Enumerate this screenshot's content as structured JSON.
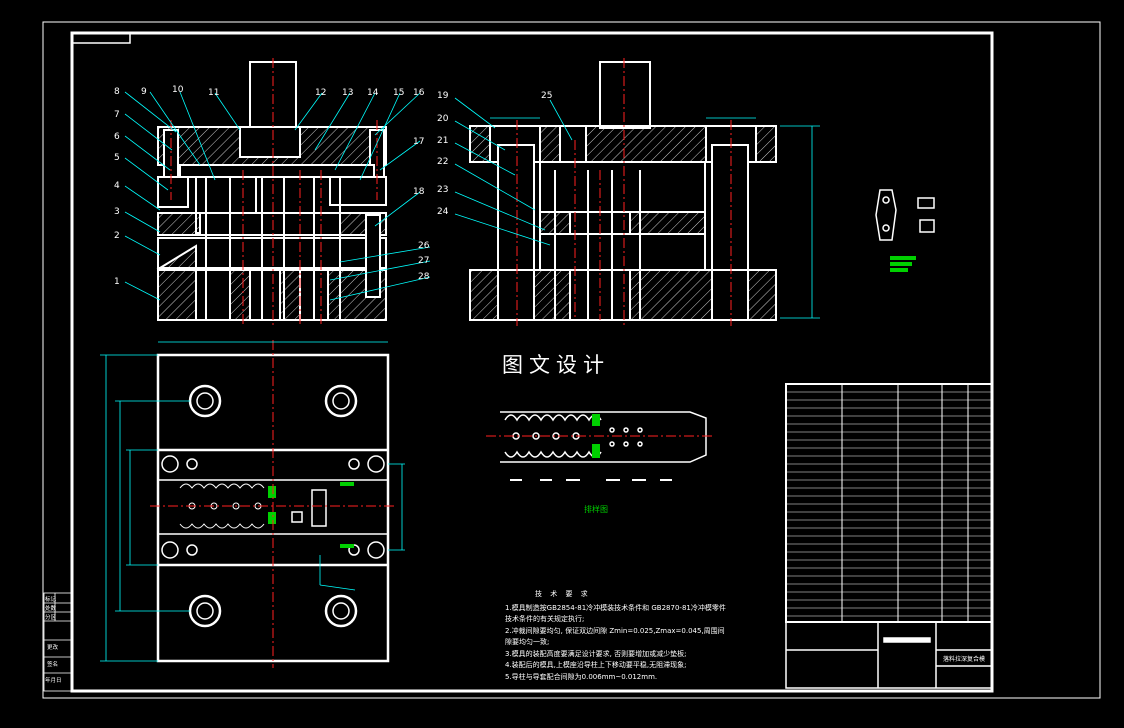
{
  "title": "图文设计",
  "drawing_name": "落料拉深复合模",
  "strip_label": "排样图",
  "callouts": [
    "1",
    "2",
    "3",
    "4",
    "5",
    "6",
    "7",
    "8",
    "9",
    "10",
    "11",
    "12",
    "13",
    "14",
    "15",
    "16",
    "17",
    "18",
    "19",
    "20",
    "21",
    "22",
    "23",
    "24",
    "25",
    "26",
    "27",
    "28"
  ],
  "tech_requirements": {
    "title": "技 术 要 求",
    "lines": [
      "1.模具制造按GB2854-81冷冲模装技术条件和 GB2870-81冷冲模零件",
      "技术条件的有关规定执行;",
      "2.冲裁间隙要均匀, 保证双边间隙 Zmin=0.025,Zmax=0.045,周围间",
      "隙要均匀一致;",
      "3.模具的装配高度要满足设计要求, 否则要增加或减少垫板;",
      "4.装配后的模具,上模座沿导柱上下移动要平稳,无阻滞现象;",
      "5.导柱与导套配合间隙为0.006mm~0.012mm."
    ]
  },
  "left_block_labels": [
    "标记",
    "处数",
    "分区",
    "更改",
    "签名",
    "年月日"
  ],
  "colors": {
    "background": "#000000",
    "line": "#ffffff",
    "centerline": "#ff2020",
    "dimension": "#00ffff",
    "highlight": "#00d000",
    "hatch": "#ffffff"
  }
}
